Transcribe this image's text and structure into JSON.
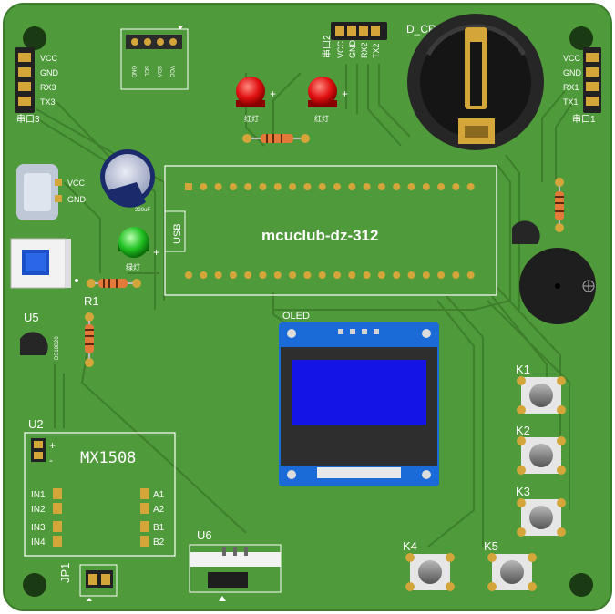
{
  "board": {
    "label": "mcuclub-dz-312",
    "colors": {
      "pcb": "#4f9a3a",
      "trace": "#3e7f2c",
      "silk": "#ffffff",
      "pad": "#d4a63a"
    }
  },
  "headers": {
    "serial3": {
      "pins": [
        "VCC",
        "GND",
        "RX3",
        "TX3"
      ],
      "label": "串口3"
    },
    "serial1": {
      "pins": [
        "VCC",
        "GND",
        "RX1",
        "TX1"
      ],
      "label": "串口1"
    },
    "serial2": {
      "pins": [
        "VCC",
        "GND",
        "RX2",
        "TX2"
      ],
      "label": "串口2"
    },
    "top4": {
      "pins": [
        "GND",
        "SCL",
        "SDA",
        "VCC"
      ]
    },
    "usb": {
      "pins": [
        "VCC",
        "GND"
      ]
    }
  },
  "leds": {
    "red1": "红灯",
    "red2": "红灯",
    "green": "绿灯"
  },
  "module": {
    "usb_label": "USB"
  },
  "refs": {
    "r1": "R1",
    "u5": "U5",
    "u5_part": "DS18B20",
    "u2": "U2",
    "u6": "U6",
    "jp1": "JP1",
    "oled": "OLED",
    "battery": "D_CR1220",
    "k1": "K1",
    "k2": "K2",
    "k3": "K3",
    "k4": "K4",
    "k5": "K5"
  },
  "driver": {
    "chip": "MX1508",
    "pins_left": [
      "IN1",
      "IN2",
      "IN3",
      "IN4"
    ],
    "pins_right": [
      "A1",
      "A2",
      "B1",
      "B2"
    ],
    "power": [
      "+",
      "-"
    ]
  },
  "marks": {
    "plus": "+",
    "cap_value": "220uF"
  }
}
